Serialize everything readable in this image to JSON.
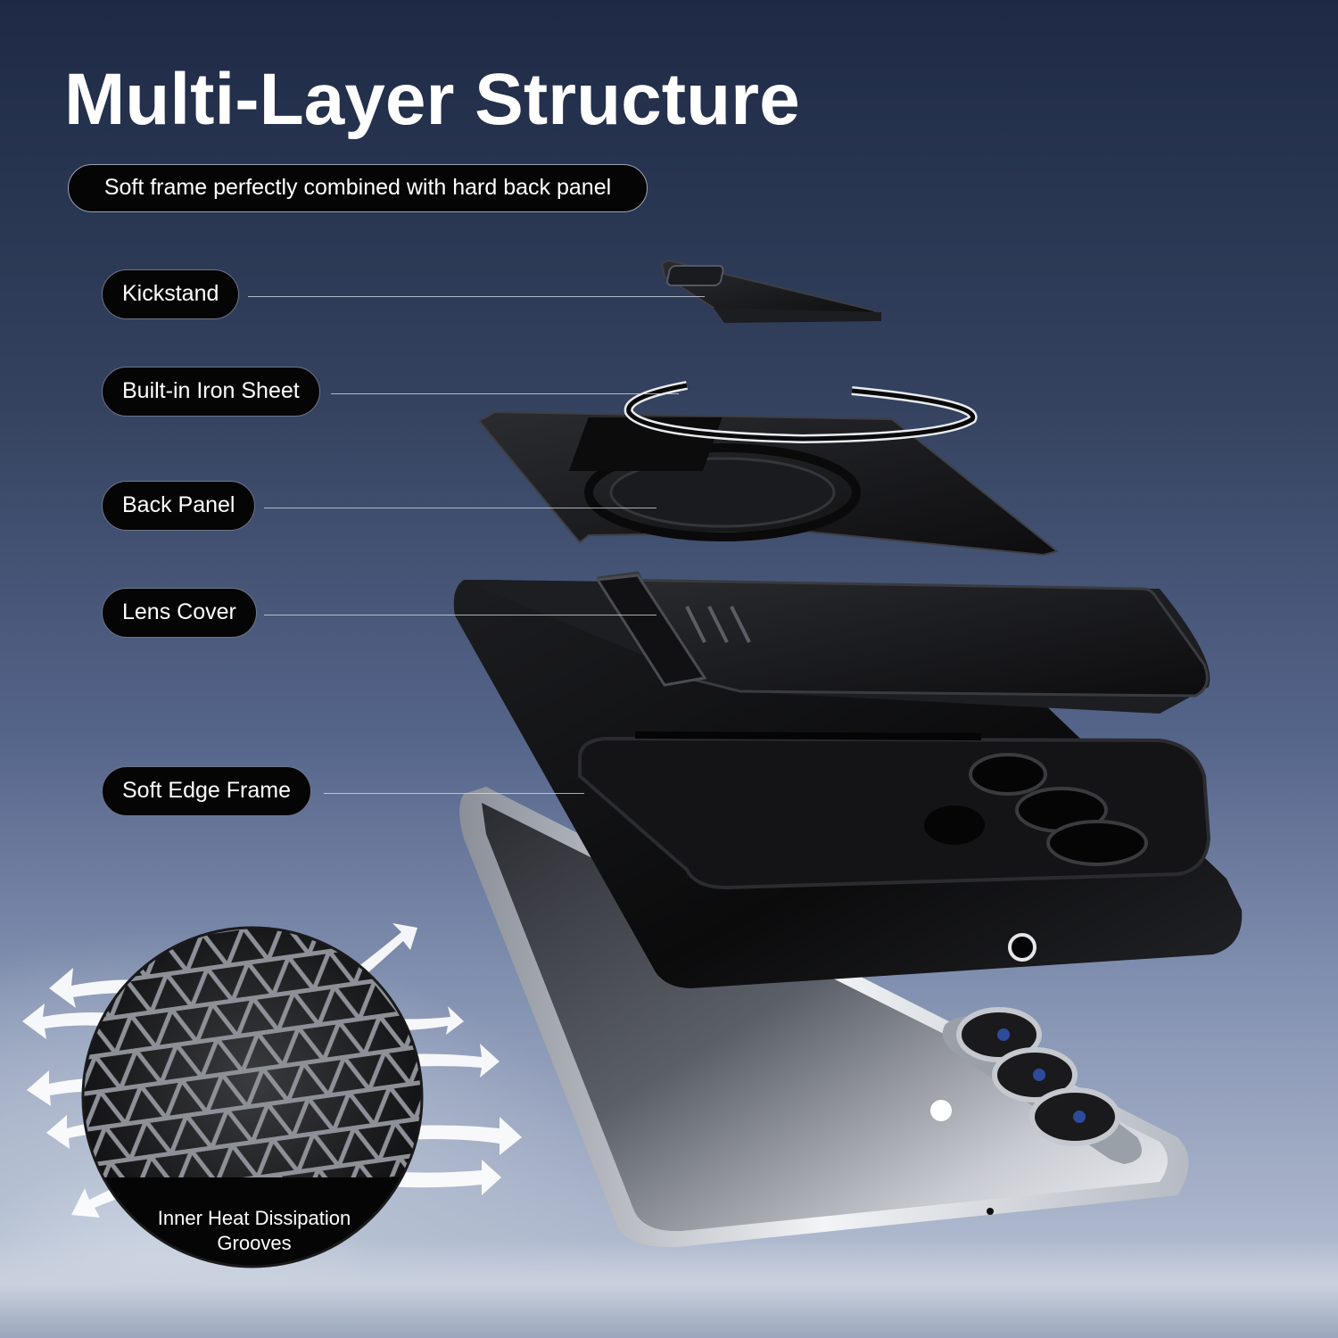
{
  "header": {
    "title": "Multi-Layer Structure",
    "subtitle": "Soft frame perfectly combined with hard back panel"
  },
  "layers": [
    {
      "label": "Kickstand"
    },
    {
      "label": "Built-in Iron Sheet"
    },
    {
      "label": "Back Panel"
    },
    {
      "label": "Lens Cover"
    },
    {
      "label": "Soft Edge Frame"
    }
  ],
  "detail": {
    "caption_line1": "Inner Heat Dissipation",
    "caption_line2": "Grooves"
  },
  "colors": {
    "case_black": "#0b0b0c",
    "frame_silver": "#d9dde3",
    "background_top": "#1e2a45",
    "background_bottom": "#bfc7d8"
  }
}
